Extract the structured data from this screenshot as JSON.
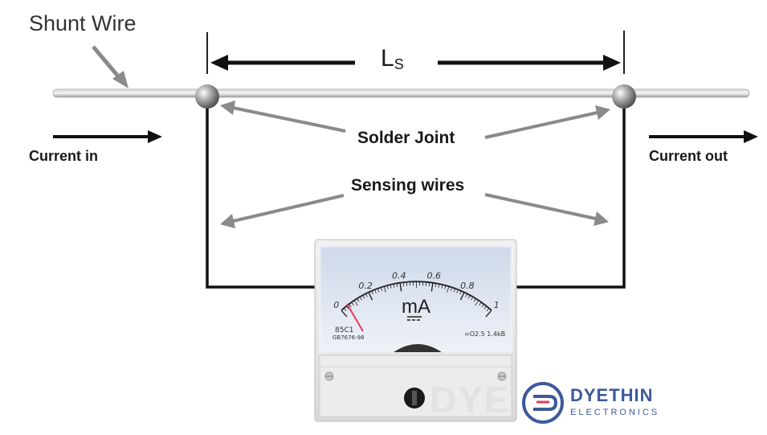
{
  "labels": {
    "shunt_wire": "Shunt Wire",
    "ls_main": "L",
    "ls_sub": "S",
    "solder_joint": "Solder Joint",
    "sensing_wires": "Sensing wires",
    "current_in": "Current in",
    "current_out": "Current out"
  },
  "meter": {
    "unit": "mA",
    "scale": [
      "0",
      "0.2",
      "0.4",
      "0.6",
      "0.8",
      "1"
    ],
    "model": "85C1",
    "standard": "GB7676-98",
    "class_text": "=O2.5 1.4kB"
  },
  "logo": {
    "name": "DYETHIN",
    "sub": "ELECTRONICS",
    "watermark": "DYE"
  },
  "colors": {
    "arrow_gray": "#8a8a8a",
    "wire": "#111111",
    "logo_blue": "#3c5a9a",
    "needle_red": "#e23b5a"
  }
}
